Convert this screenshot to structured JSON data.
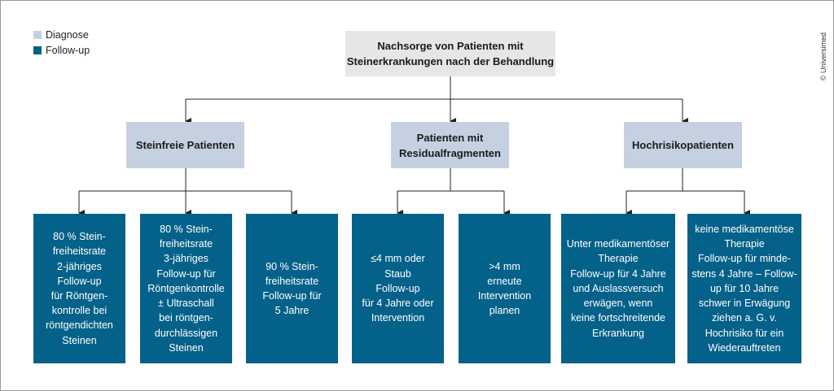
{
  "legend": [
    {
      "label": "Diagnose",
      "color": "#c5d1e0"
    },
    {
      "label": "Follow-up",
      "color": "#046189"
    }
  ],
  "copyright": "© Universimed",
  "root": "Nachsorge von Patienten mit\nSteinerkrankungen nach der Behandlung",
  "categories": [
    "Steinfreie Patienten",
    "Patienten mit\nResidualfragmenten",
    "Hochrisikopatienten"
  ],
  "leaves": [
    "80 % Stein-\nfreiheitsrate\n2-jähriges\nFollow-up\nfür Röntgen-\nkontrolle bei\nröntgendichten\nSteinen",
    "80 % Stein-\nfreiheitsrate\n3-jähriges\nFollow-up für\nRöntgenkontrolle\n± Ultraschall\nbei röntgen-\ndurchlässigen\nSteinen",
    "90 % Stein-\nfreiheitsrate\nFollow-up für\n5 Jahre",
    "≤4 mm oder\nStaub\nFollow-up\nfür 4 Jahre oder\nIntervention",
    ">4 mm\nerneute\nIntervention\nplanen",
    "Unter medikamentöser\nTherapie\nFollow-up für 4 Jahre\nund Auslassversuch\nerwägen, wenn\nkeine fortschreitende\nErkrankung",
    "keine medikamentöse\nTherapie\nFollow-up für minde-\nstens 4 Jahre – Follow-\nup für 10 Jahre\nschwer in Erwägung\nziehen a. G. v.\nHochrisiko für ein\nWiederauftreten"
  ]
}
